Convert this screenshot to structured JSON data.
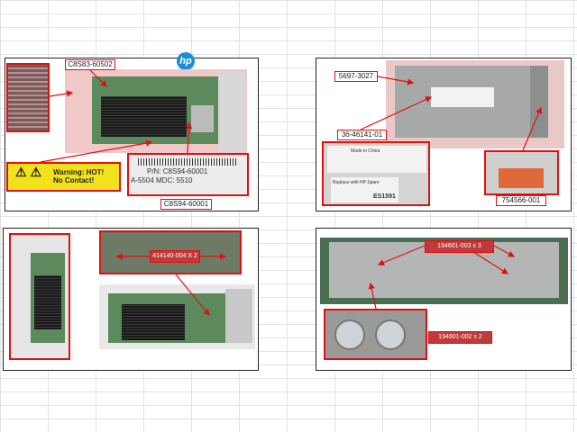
{
  "logo": {
    "brand": "hp"
  },
  "panel1": {
    "top_label": "C8S83-60502",
    "bottom_label": "C8S94-60001",
    "warning_line1": "Warning: HOT!",
    "warning_line2": "No Contact!",
    "barcode_pn": "P/N: C8S94-60001",
    "barcode_mdc": "A-5504  MDC: 5510"
  },
  "panel2": {
    "label_chassis": "5697-3027",
    "label_sticker": "36-46141-01",
    "label_module": "754566-001",
    "sticker_made": "Made in China",
    "sticker_spare": "Replace with HP Spare",
    "sticker_code": "ES1591"
  },
  "panel3": {
    "label_screws": "414140-004 X 2"
  },
  "panel4": {
    "label_top": "194601-003 x 3",
    "label_bottom": "194601-002 x 2"
  },
  "colors": {
    "accent": "#e01010",
    "hp_blue": "#1a8fd8",
    "warning": "#f2e21c"
  }
}
